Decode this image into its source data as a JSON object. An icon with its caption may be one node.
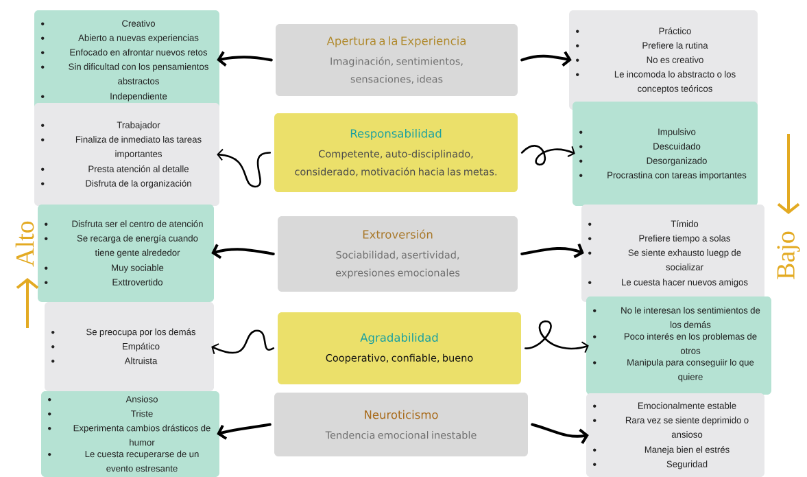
{
  "diagram": {
    "nodes": [
      {
        "text": [
          "Creativo",
          "Abierto a nuevas experiencias",
          "Enfocado en afrontar nuevos retos",
          "Sin dificultad con los pensamientos abstractos",
          "Independiente"
        ]
      },
      {
        "text": [
          "Apertura a la Experiencia",
          "Imaginación, sentimientos, sensaciones, ideas"
        ]
      },
      {
        "text": [
          "Práctico",
          "Prefiere la rutina",
          "No es creativo",
          "Le incomoda lo abstracto o los conceptos teóricos"
        ]
      },
      {
        "text": [
          "Trabajador",
          "Finaliza de inmediato las tareas importantes",
          "Presta atención al detalle",
          "Disfruta de la organización"
        ]
      },
      {
        "text": [
          "Responsabilidad",
          "Competente, auto-disciplinado, considerado, motivación hacia las metas."
        ]
      },
      {
        "text": [
          "Impulsivo",
          "Descuidado",
          "Desorganizado",
          "Procrastina con tareas importantes"
        ]
      },
      {
        "text": [
          "Disfruta ser el centro de atención",
          "Se recarga de energía cuando tiene gente alrededor",
          "Muy sociable",
          "Exttrovertido"
        ]
      },
      {
        "text": [
          "Extroversión",
          "Sociabilidad, asertividad, expresiones emocionales"
        ]
      },
      {
        "text": [
          "Tímido",
          "Prefiere tiempo a solas",
          "Se siente exhausto luegp de socializar",
          "Le cuesta hacer nuevos amigos"
        ]
      },
      {
        "text": [
          "Se preocupa por los demás",
          "Empático",
          "Altruista"
        ]
      },
      {
        "text": [
          "Agradabilidad",
          "Cooperativo, confiable, bueno"
        ]
      },
      {
        "text": [
          "No le interesan los sentimientos de los demás",
          "Poco interés en los problemas de otros",
          "Manipula para conseguiir lo que quiere"
        ]
      },
      {
        "text": [
          "Ansioso",
          "Triste",
          "Experimenta cambios drásticos de humor",
          "Le cuesta recuperarse de un evento estresante"
        ]
      },
      {
        "text": [
          "Neuroticismo",
          "Tendencia emocional inestable"
        ]
      },
      {
        "text": [
          "Emocionalmente estable",
          "Rara vez se siente deprimido o ansioso",
          "Maneja bien el estrés",
          "Seguridad"
        ]
      }
    ],
    "edges": [
      {
        "from": 1,
        "to": 0,
        "arrow": "to"
      },
      {
        "from": 1,
        "to": 2,
        "arrow": "to"
      },
      {
        "from": 4,
        "to": 3,
        "arrow": "to"
      },
      {
        "from": 4,
        "to": 5,
        "arrow": "to"
      },
      {
        "from": 7,
        "to": 6,
        "arrow": "to"
      },
      {
        "from": 7,
        "to": 8,
        "arrow": "to"
      },
      {
        "from": 10,
        "to": 9,
        "arrow": "to"
      },
      {
        "from": 10,
        "to": 11,
        "arrow": "to"
      },
      {
        "from": 13,
        "to": 12,
        "arrow": "to"
      },
      {
        "from": 13,
        "to": 14,
        "arrow": "to"
      }
    ],
    "labels": [
      "Alto",
      "Bajo"
    ]
  }
}
